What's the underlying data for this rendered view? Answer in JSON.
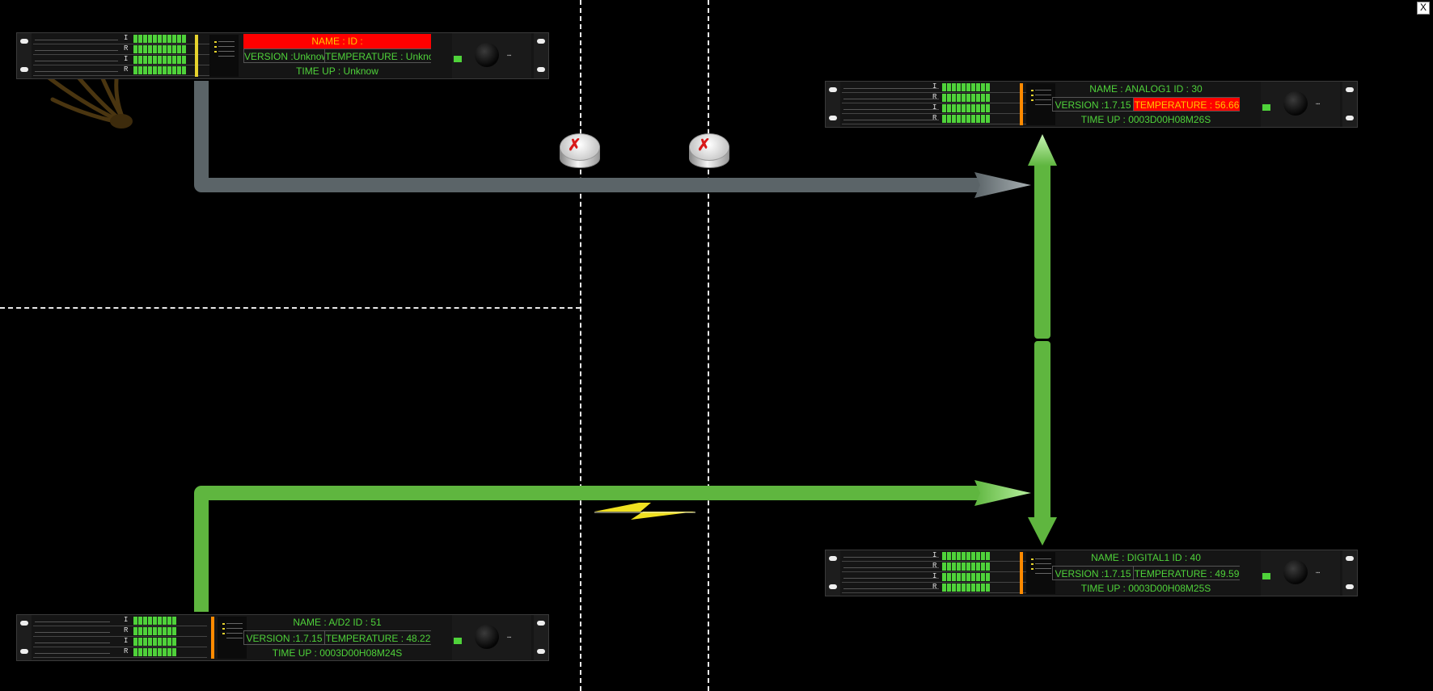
{
  "window": {
    "close_label": "X"
  },
  "devices": {
    "top_left": {
      "name_line": "NAME :  ID :",
      "version": "VERSION :Unknow",
      "temperature": "TEMPERATURE : Unknown",
      "timeup": "TIME UP : Unknow",
      "ir": [
        "I",
        "R",
        "I",
        "R",
        "I",
        "R",
        "I",
        "R"
      ]
    },
    "top_right": {
      "name_line": "NAME : ANALOG1  ID : 30",
      "version": "VERSION :1.7.15",
      "temperature": "TEMPERATURE : 56.66",
      "timeup": "TIME UP : 0003D00H08M26S",
      "ir": [
        "I",
        "R",
        "I",
        "R",
        "I",
        "R",
        "I",
        "R"
      ]
    },
    "bottom_left": {
      "name_line": "NAME : A/D2     ID : 51",
      "version": "VERSION :1.7.15",
      "temperature": "TEMPERATURE : 48.22",
      "timeup": "TIME UP : 0003D00H08M24S",
      "ir": [
        "I",
        "R",
        "I",
        "R",
        "I",
        "R",
        "I",
        "R"
      ]
    },
    "bottom_right": {
      "name_line": "NAME : DIGITAL1  ID : 40",
      "version": "VERSION :1.7.15",
      "temperature": "TEMPERATURE : 49.59",
      "timeup": "TIME UP : 0003D00H08M25S",
      "ir": [
        "I",
        "R",
        "I",
        "R",
        "I",
        "R",
        "I",
        "R"
      ]
    }
  },
  "colors": {
    "link_active": "#5fb63f",
    "link_inactive": "#5b6468",
    "alarm": "#ff0000",
    "alarm_text": "#ffc400",
    "status_text": "#4fd23a",
    "lightning": "#f0e020"
  },
  "icons": [
    "router-icon",
    "router-icon",
    "lightning-icon",
    "logo-watermark-icon",
    "close-icon"
  ]
}
